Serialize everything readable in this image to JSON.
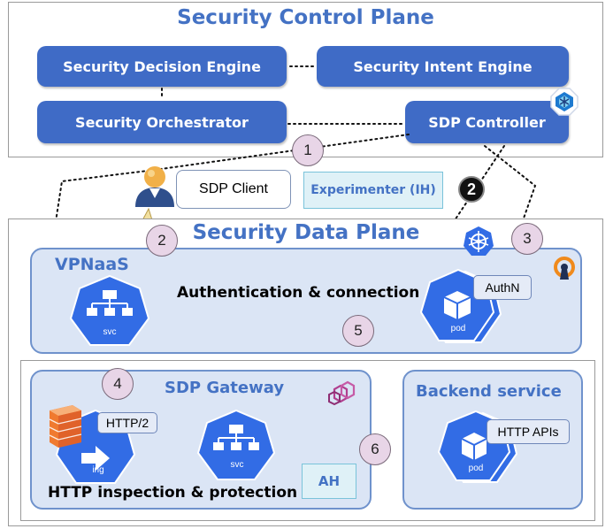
{
  "control_plane": {
    "title": "Security Control Plane",
    "decision_engine": "Security Decision Engine",
    "intent_engine": "Security Intent Engine",
    "orchestrator": "Security Orchestrator",
    "sdp_controller": "SDP Controller"
  },
  "client": {
    "label": "SDP Client",
    "experimenter": "Experimenter (IH)"
  },
  "data_plane": {
    "title": "Security Data Plane",
    "vpnaas": {
      "title": "VPNaaS",
      "link_label": "Authentication & connection",
      "svc_label": "svc",
      "pod_label": "pod",
      "authn": "AuthN"
    },
    "gateway": {
      "title": "SDP Gateway",
      "http2": "HTTP/2",
      "ing_label": "ing",
      "svc_label": "svc",
      "ah": "AH",
      "inspection": "HTTP inspection & protection"
    },
    "backend": {
      "title": "Backend service",
      "http_apis": "HTTP APIs",
      "pod_label": "pod"
    }
  },
  "steps": {
    "s1": "1",
    "s2": "2",
    "s3": "3",
    "s4": "4",
    "s5": "5",
    "s6": "6",
    "s2_alt": "2"
  },
  "colors": {
    "accent": "#4472c4",
    "engine": "#3f6bc6",
    "k8s": "#326ce5",
    "data_box": "#dbe5f5",
    "step_circle": "#e8d5e7",
    "arrow": "#f2e0a0"
  },
  "icons": [
    "user-icon",
    "kubernetes-icon",
    "openvpn-icon",
    "envoy-icon",
    "firewall-icon",
    "sdp-controller-icon"
  ]
}
